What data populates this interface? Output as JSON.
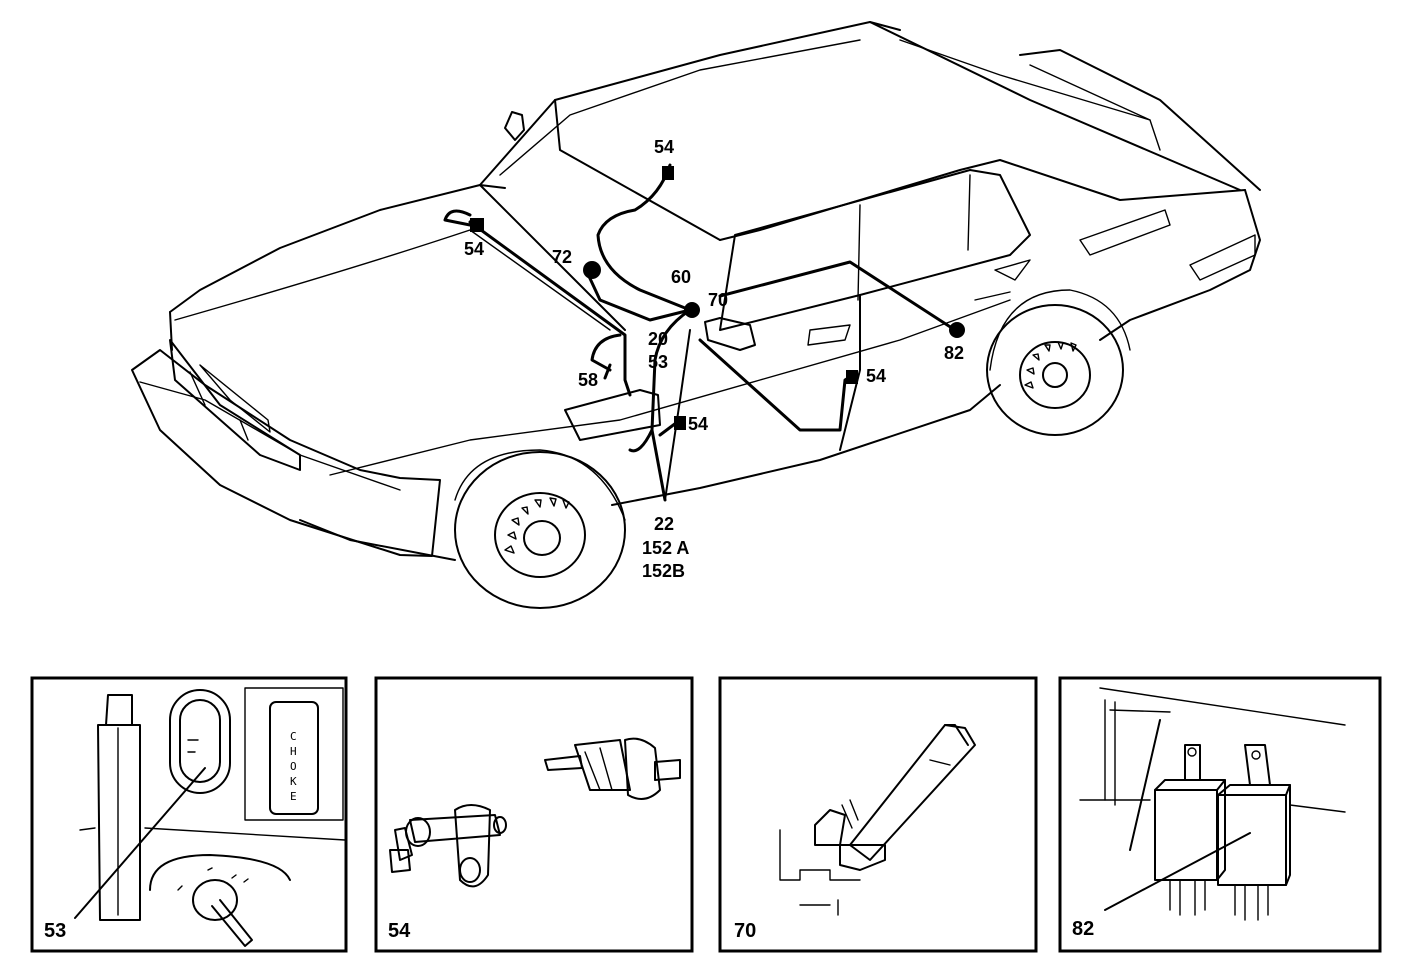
{
  "callouts": {
    "c54_roof": "54",
    "c54_hood": "54",
    "c72": "72",
    "c60": "60",
    "c70": "70",
    "c20": "20",
    "c53": "53",
    "c58": "58",
    "c82": "82",
    "c54_rear_door": "54",
    "c54_front_door": "54",
    "c22": "22",
    "c152a": "152 A",
    "c152b": "152B"
  },
  "panels": [
    {
      "label": "53"
    },
    {
      "label": "54"
    },
    {
      "label": "70"
    },
    {
      "label": "82"
    }
  ],
  "choke": [
    "C",
    "H",
    "O",
    "K",
    "E"
  ],
  "colors": {
    "ink": "#000000",
    "paper": "#ffffff"
  }
}
